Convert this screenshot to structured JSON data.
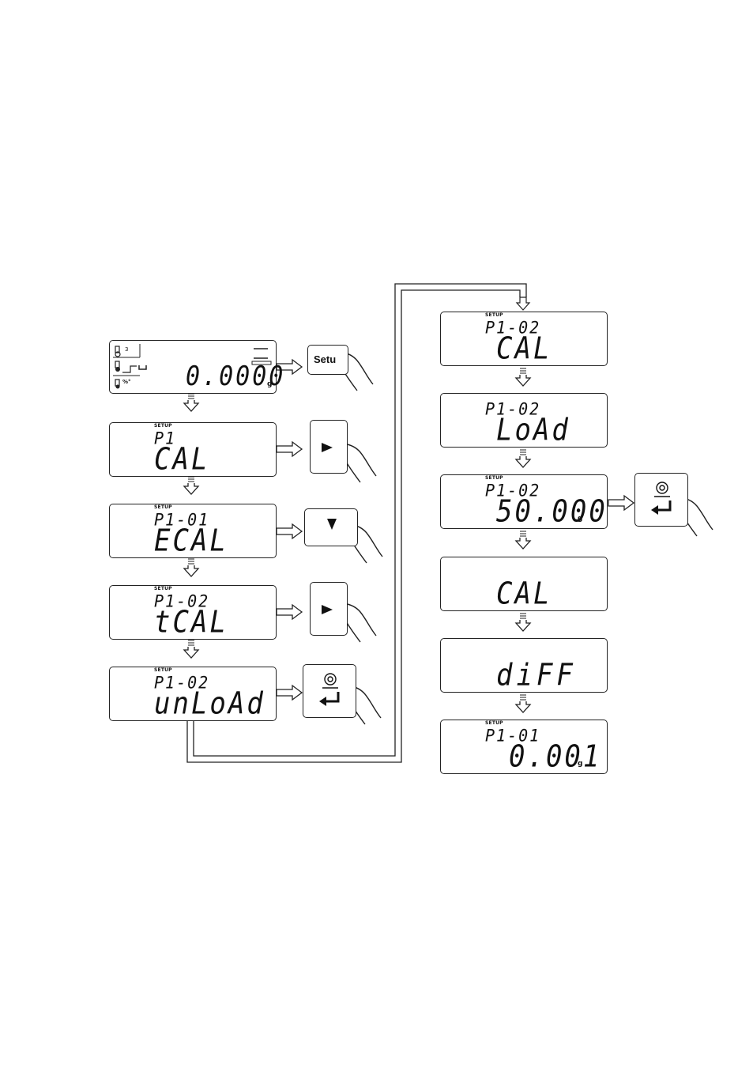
{
  "left_column": {
    "display_0": {
      "main": "0.0000",
      "unit": "g"
    },
    "display_1": {
      "setup": "SETUP",
      "param": "P1",
      "main": "CAL"
    },
    "display_2": {
      "setup": "SETUP",
      "param": "P1-01",
      "main": "ECAL"
    },
    "display_3": {
      "setup": "SETUP",
      "param": "P1-02",
      "main": "tCAL"
    },
    "display_4": {
      "setup": "SETUP",
      "param": "P1-02",
      "main": "unLoAd"
    }
  },
  "right_column": {
    "display_5": {
      "setup": "SETUP",
      "param": "P1-02",
      "main": "CAL"
    },
    "display_6": {
      "param": "P1-02",
      "main": "LoAd"
    },
    "display_7": {
      "setup": "SETUP",
      "param": "P1-02",
      "main": "50.000",
      "unit": "g"
    },
    "display_8": {
      "main": "CAL"
    },
    "display_9": {
      "main": "diFF"
    },
    "display_10": {
      "setup": "SETUP",
      "param": "P1-01",
      "main": "0.001",
      "unit": "g"
    }
  },
  "keys": {
    "setup_key": {
      "label": "Setu",
      "icon": "setup-key"
    },
    "right_key_1": {
      "icon": "right-arrow-key"
    },
    "down_key": {
      "icon": "down-arrow-key"
    },
    "right_key_2": {
      "icon": "right-arrow-key"
    },
    "enter_key_1": {
      "icon": "enter-key"
    },
    "enter_key_2": {
      "icon": "enter-key"
    }
  },
  "status_icons": {
    "top_small": "3"
  }
}
